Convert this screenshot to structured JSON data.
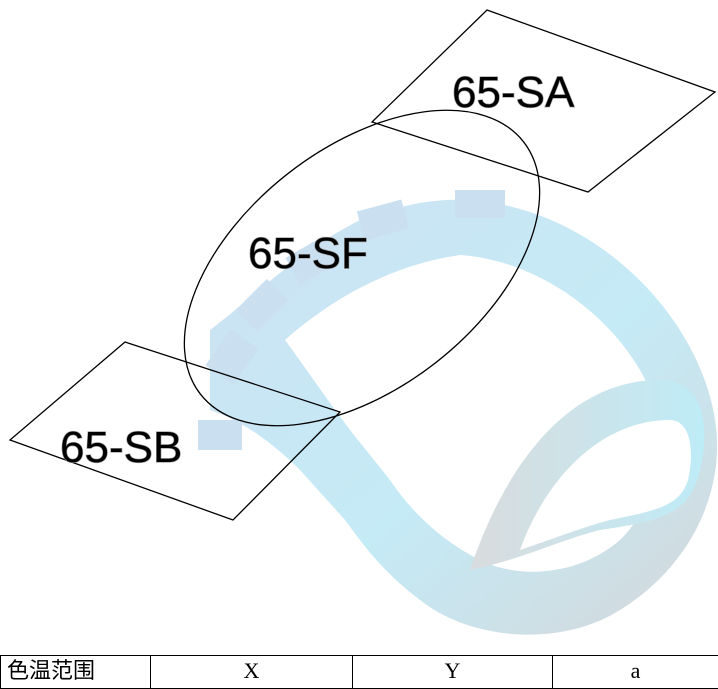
{
  "diagram": {
    "regions": [
      {
        "id": "sa",
        "label": "65-SA"
      },
      {
        "id": "sf",
        "label": "65-SF"
      },
      {
        "id": "sb",
        "label": "65-SB"
      }
    ]
  },
  "table": {
    "headers": [
      "色温范围",
      "X",
      "Y",
      "a"
    ]
  }
}
